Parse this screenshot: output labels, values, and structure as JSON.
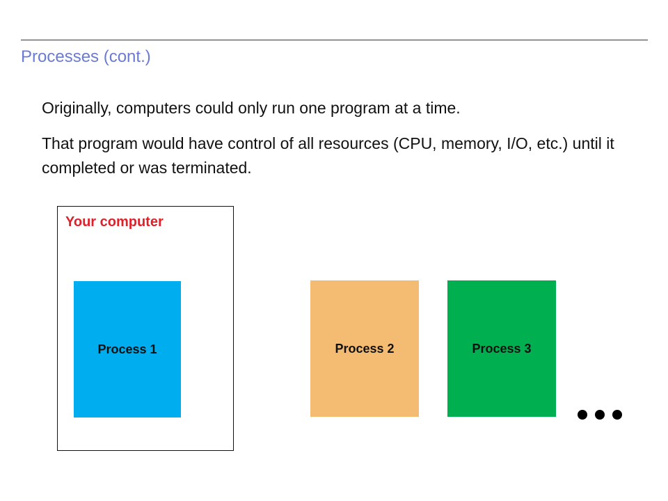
{
  "slide": {
    "title": "Processes (cont.)",
    "paragraphs": [
      "Originally, computers could only run one program at a time.",
      "That program would have control of all resources (CPU, memory, I/O, etc.) until it completed or was terminated."
    ]
  },
  "diagram": {
    "computer_label": "Your computer",
    "processes": [
      {
        "label": "Process 1",
        "color": "#00adef",
        "location": "inside computer"
      },
      {
        "label": "Process 2",
        "color": "#f4bc72",
        "location": "outside computer"
      },
      {
        "label": "Process 3",
        "color": "#00b050",
        "location": "outside computer"
      }
    ],
    "continuation": "ellipsis-dots"
  },
  "colors": {
    "title": "#6b7bd3",
    "computer_label": "#e0202a",
    "text": "#111111",
    "rule": "#333333"
  }
}
